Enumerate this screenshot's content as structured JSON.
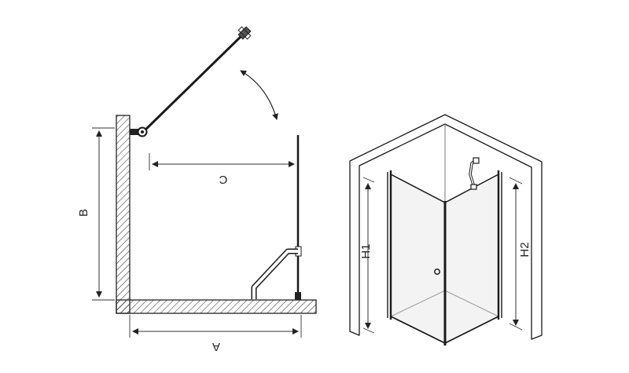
{
  "plan_view": {
    "dimension_a": "A",
    "dimension_b": "B",
    "dimension_c": "C"
  },
  "iso_view": {
    "dimension_h1": "H1",
    "dimension_h2": "H2"
  },
  "colors": {
    "line": "#1a1a1a",
    "dim_line": "#333333",
    "glass": "#f3f3f3"
  }
}
